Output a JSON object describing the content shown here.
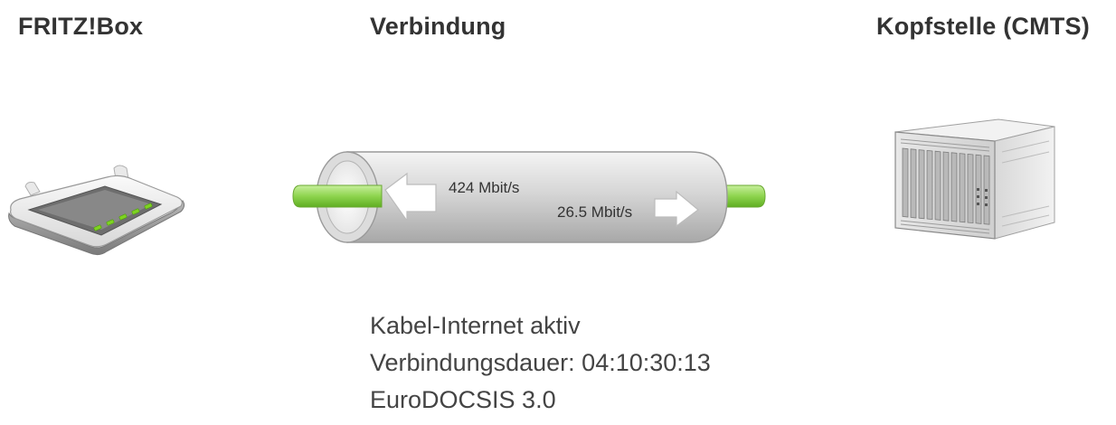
{
  "headers": {
    "device": "FRITZ!Box",
    "connection": "Verbindung",
    "headend": "Kopfstelle (CMTS)"
  },
  "rates": {
    "downstream": "424 Mbit/s",
    "upstream": "26.5 Mbit/s"
  },
  "status": {
    "line1": "Kabel-Internet aktiv",
    "line2": "Verbindungsdauer: 04:10:30:13",
    "line3": "EuroDOCSIS 3.0"
  },
  "colors": {
    "link_green": "#8ed44e",
    "pipe_gray": "#d6d6d6",
    "led_green": "#7ed321"
  },
  "icons": {
    "device": "router-icon",
    "connection": "connection-pipe-icon",
    "headend": "server-rack-icon"
  }
}
